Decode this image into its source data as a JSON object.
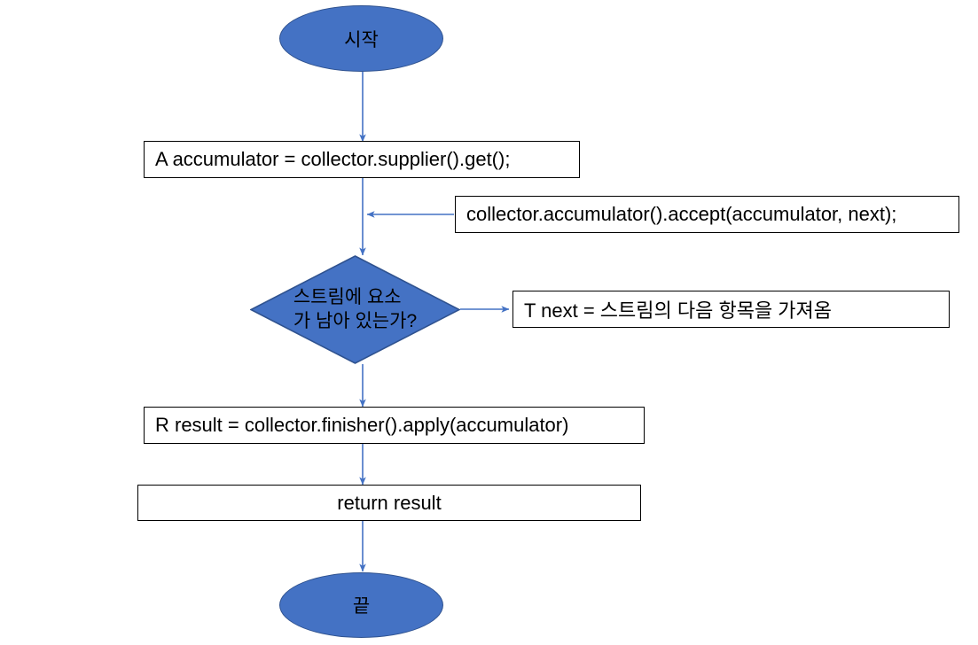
{
  "diagram": {
    "title": "Stream collect flowchart",
    "colors": {
      "shape_fill": "#4472C4",
      "shape_stroke": "#2F528F",
      "box_fill": "#FFFFFF",
      "box_stroke": "#000000",
      "arrow": "#4472C4",
      "background": "#FFFFFF"
    },
    "nodes": {
      "start": {
        "label": "시작",
        "shape": "ellipse"
      },
      "supplier": {
        "label": "A accumulator = collector.supplier().get();",
        "shape": "process"
      },
      "accumulate": {
        "label": "collector.accumulator().accept(accumulator, next);",
        "shape": "process"
      },
      "decision": {
        "label": "스트림에 요소\n가 남아 있는가?",
        "shape": "diamond"
      },
      "next_item": {
        "label": "T next = 스트림의 다음 항목을 가져옴",
        "shape": "process"
      },
      "finisher": {
        "label": "R result = collector.finisher().apply(accumulator)",
        "shape": "process"
      },
      "return": {
        "label": "return result",
        "shape": "process"
      },
      "end": {
        "label": "끝",
        "shape": "ellipse"
      }
    },
    "edges": [
      {
        "name": "start-to-supplier",
        "from": "start",
        "to": "supplier"
      },
      {
        "name": "supplier-to-decision",
        "from": "supplier",
        "to": "decision"
      },
      {
        "name": "accumulate-to-flow",
        "from": "accumulate",
        "to": "supplier-decision-line"
      },
      {
        "name": "decision-to-next-item",
        "from": "decision",
        "to": "next_item"
      },
      {
        "name": "decision-to-finisher",
        "from": "decision",
        "to": "finisher"
      },
      {
        "name": "finisher-to-return",
        "from": "finisher",
        "to": "return"
      },
      {
        "name": "return-to-end",
        "from": "return",
        "to": "end"
      }
    ]
  }
}
